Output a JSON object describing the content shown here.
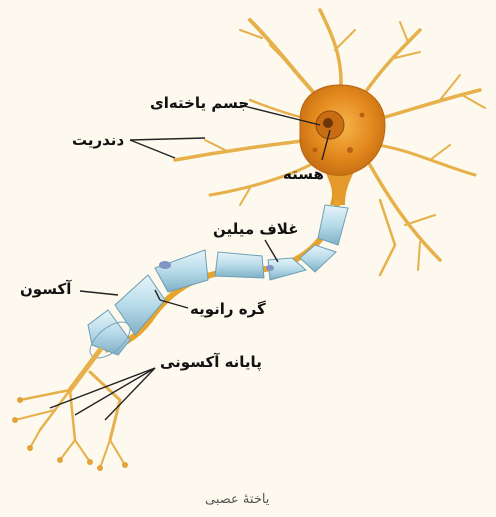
{
  "diagram": {
    "labels": {
      "cell_body": "جسم یاخته‌ای",
      "dendrite": "دندریت",
      "nucleus": "هسته",
      "myelin_sheath": "غلاف میلین",
      "axon": "آکسون",
      "node_of_ranvier": "گره رانویه",
      "axon_terminal": "پایانه آکسونی"
    },
    "caption": "یاختهٔ عصبی"
  },
  "colors": {
    "background": "#fdf9ee",
    "cell_body": "#e8921e",
    "dendrite": "#eab64a",
    "myelin": "#b9dbe8",
    "myelin_shadow": "#7fb4cb",
    "axon": "#e8a42c",
    "leader_line": "#222222"
  }
}
